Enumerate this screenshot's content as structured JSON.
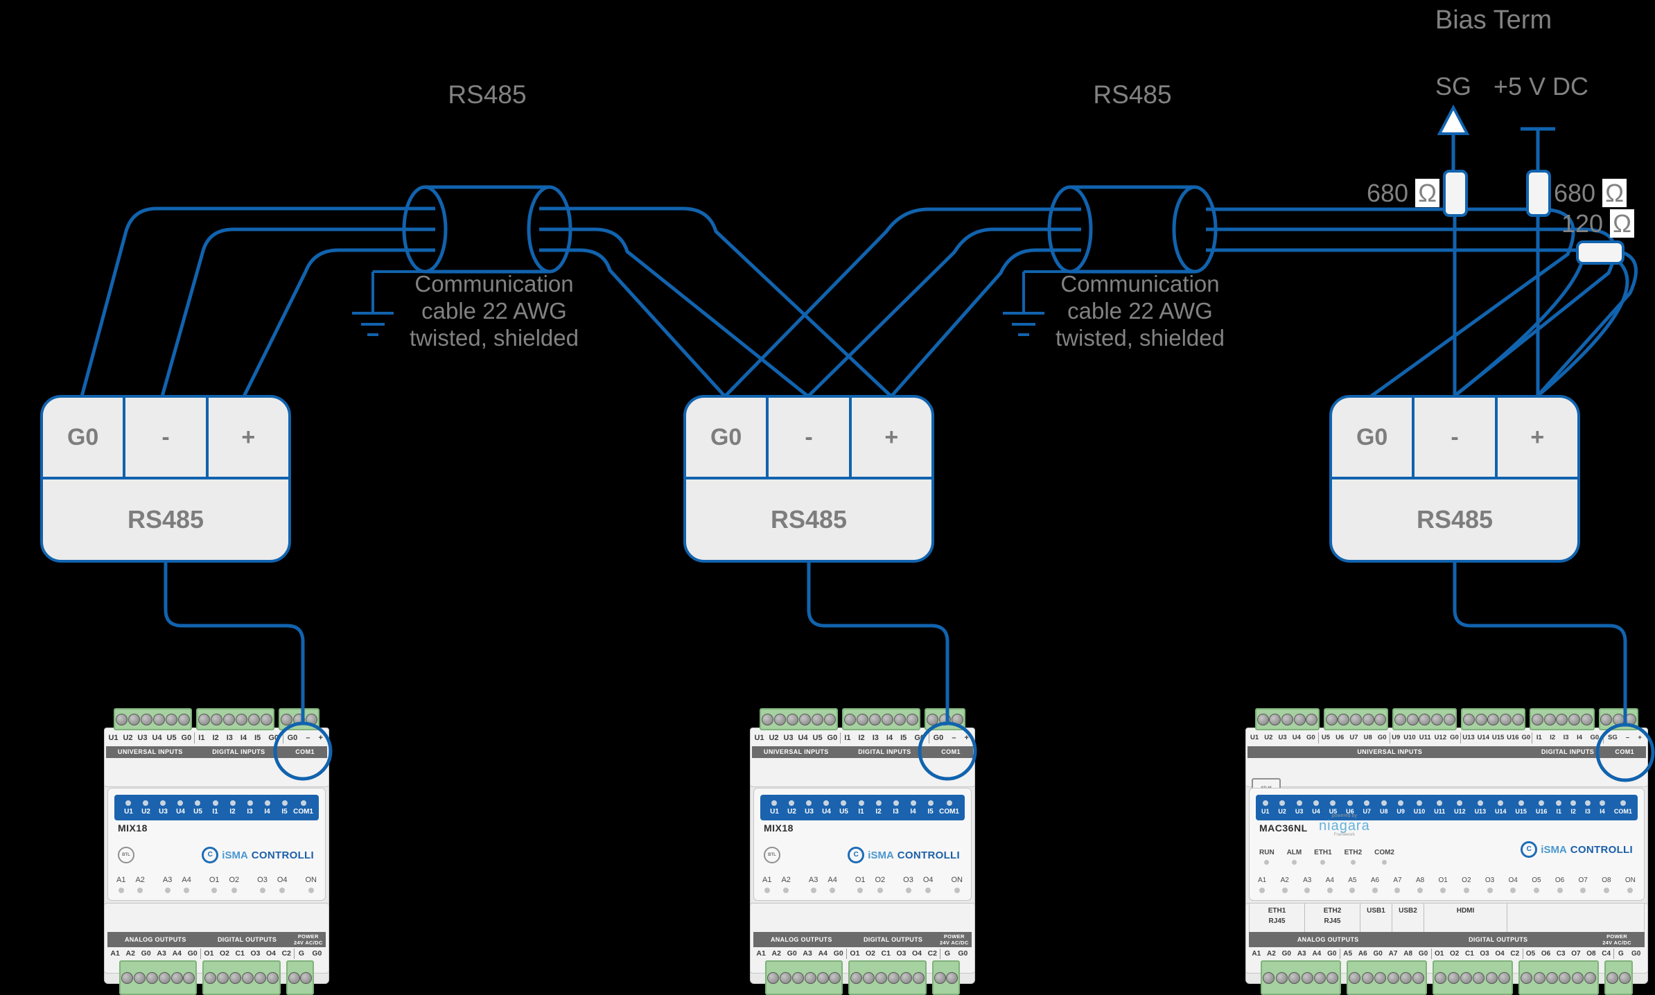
{
  "colors": {
    "background": "#000000",
    "wire_blue": "#1163ae",
    "label_gray": "#828282",
    "box_fill": "#ececec",
    "device_band_blue": "#1b63ae",
    "terminal_green": "#a6d1a0",
    "section_bar_gray": "#6b6b6b",
    "resistor_fill": "#f4f4f4"
  },
  "diagram": {
    "cables": [
      {
        "title": "RS485",
        "note": [
          "Communication",
          "cable 22 AWG",
          "twisted, shielded"
        ]
      },
      {
        "title": "RS485",
        "note": [
          "Communication",
          "cable 22 AWG",
          "twisted, shielded"
        ]
      }
    ],
    "boxes": [
      {
        "g0": "G0",
        "minus": "-",
        "plus": "+",
        "title": "RS485"
      },
      {
        "g0": "G0",
        "minus": "-",
        "plus": "+",
        "title": "RS485"
      },
      {
        "g0": "G0",
        "minus": "-",
        "plus": "+",
        "title": "RS485"
      }
    ],
    "bias": {
      "title": "Bias Term",
      "sg": "SG",
      "plus5": "+5 V DC",
      "r680_left": "680",
      "r680_right": "680",
      "r120": "120",
      "ohm": "Ω"
    }
  },
  "devices": [
    {
      "model": "MIX18",
      "top_groups": [
        [
          "U1",
          "U2",
          "U3",
          "U4",
          "U5",
          "G0"
        ],
        [
          "I1",
          "I2",
          "I3",
          "I4",
          "I5",
          "G0"
        ],
        [
          "G0",
          "–",
          "+"
        ]
      ],
      "top_screws": [
        6,
        6,
        3
      ],
      "sections": {
        "universal": "UNIVERSAL INPUTS",
        "digital": "DIGITAL INPUTS",
        "com": "COM1"
      },
      "band_groups": [
        [
          "U1",
          "U2",
          "U3",
          "U4",
          "U5"
        ],
        [
          "I1",
          "I2",
          "I3",
          "I4",
          "I5"
        ],
        [
          "COM1"
        ]
      ],
      "cert": "BTL",
      "brand": {
        "icon": "C",
        "part1": "iSMA",
        "part2": "CONTROLLI"
      },
      "led_groups": [
        [
          "A1",
          "A2"
        ],
        [
          "A3",
          "A4"
        ],
        [
          "O1",
          "O2"
        ],
        [
          "O3",
          "O4"
        ],
        [
          "ON"
        ]
      ],
      "bottom_sections": {
        "analog": "ANALOG OUTPUTS",
        "digital": "DIGITAL OUTPUTS",
        "power1": "POWER",
        "power2": "24V AC/DC"
      },
      "bottom_groups": [
        [
          "A1",
          "A2",
          "G0",
          "A3",
          "A4",
          "G0"
        ],
        [
          "O1",
          "O2",
          "C1",
          "O3",
          "O4",
          "C2"
        ],
        [
          "G",
          "G0"
        ]
      ],
      "bottom_screws": [
        6,
        6,
        2
      ]
    },
    {
      "model": "MIX18",
      "top_groups": [
        [
          "U1",
          "U2",
          "U3",
          "U4",
          "U5",
          "G0"
        ],
        [
          "I1",
          "I2",
          "I3",
          "I4",
          "I5",
          "G0"
        ],
        [
          "G0",
          "–",
          "+"
        ]
      ],
      "top_screws": [
        6,
        6,
        3
      ],
      "sections": {
        "universal": "UNIVERSAL INPUTS",
        "digital": "DIGITAL INPUTS",
        "com": "COM1"
      },
      "band_groups": [
        [
          "U1",
          "U2",
          "U3",
          "U4",
          "U5"
        ],
        [
          "I1",
          "I2",
          "I3",
          "I4",
          "I5"
        ],
        [
          "COM1"
        ]
      ],
      "cert": "BTL",
      "brand": {
        "icon": "C",
        "part1": "iSMA",
        "part2": "CONTROLLI"
      },
      "led_groups": [
        [
          "A1",
          "A2"
        ],
        [
          "A3",
          "A4"
        ],
        [
          "O1",
          "O2"
        ],
        [
          "O3",
          "O4"
        ],
        [
          "ON"
        ]
      ],
      "bottom_sections": {
        "analog": "ANALOG OUTPUTS",
        "digital": "DIGITAL OUTPUTS",
        "power1": "POWER",
        "power2": "24V AC/DC"
      },
      "bottom_groups": [
        [
          "A1",
          "A2",
          "G0",
          "A3",
          "A4",
          "G0"
        ],
        [
          "O1",
          "O2",
          "C1",
          "O3",
          "O4",
          "C2"
        ],
        [
          "G",
          "G0"
        ]
      ],
      "bottom_screws": [
        6,
        6,
        2
      ]
    },
    {
      "model": "MAC36NL",
      "top_groups": [
        [
          "U1",
          "U2",
          "U3",
          "U4",
          "G0"
        ],
        [
          "U5",
          "U6",
          "U7",
          "U8",
          "G0"
        ],
        [
          "U9",
          "U10",
          "U11",
          "U12",
          "G0"
        ],
        [
          "U13",
          "U14",
          "U15",
          "U16",
          "G0"
        ],
        [
          "I1",
          "I2",
          "I3",
          "I4",
          "G0"
        ],
        [
          "SG",
          "–",
          "+"
        ]
      ],
      "top_screws": [
        5,
        5,
        5,
        5,
        5,
        3
      ],
      "sections": {
        "universal": "UNIVERSAL INPUTS",
        "digital": "DIGITAL INPUTS",
        "com": "COM1"
      },
      "sd_label": "SD-M",
      "band_cells": [
        "U1",
        "U2",
        "U3",
        "U4",
        "U5",
        "U6",
        "U7",
        "U8",
        "U9",
        "U10",
        "U11",
        "U12",
        "U13",
        "U14",
        "U15",
        "U16",
        "I1",
        "I2",
        "I3",
        "I4",
        "COM1"
      ],
      "niagara": {
        "pre": "powered by",
        "name": "niagara",
        "post": "Framework"
      },
      "status_leds": [
        "RUN",
        "ALM",
        "ETH1",
        "ETH2",
        "COM2"
      ],
      "brand": {
        "icon": "C",
        "part1": "iSMA",
        "part2": "CONTROLLI"
      },
      "led_cells": [
        "A1",
        "A2",
        "A3",
        "A4",
        "A5",
        "A6",
        "A7",
        "A8",
        "O1",
        "O2",
        "O3",
        "O4",
        "O5",
        "O6",
        "O7",
        "O8",
        "ON"
      ],
      "ports": [
        [
          "ETH1",
          "RJ45"
        ],
        [
          "ETH2",
          "RJ45"
        ],
        [
          "USB1"
        ],
        [
          "USB2"
        ],
        [
          "HDMI"
        ]
      ],
      "bottom_sections": {
        "analog": "ANALOG OUTPUTS",
        "digital": "DIGITAL OUTPUTS",
        "power1": "POWER",
        "power2": "24V AC/DC"
      },
      "bottom_groups": [
        [
          "A1",
          "A2",
          "G0",
          "A3",
          "A4",
          "G0"
        ],
        [
          "A5",
          "A6",
          "G0",
          "A7",
          "A8",
          "G0"
        ],
        [
          "O1",
          "O2",
          "C1",
          "O3",
          "O4",
          "C2"
        ],
        [
          "O5",
          "O6",
          "C3",
          "O7",
          "O8",
          "C4"
        ],
        [
          "G",
          "G0"
        ]
      ],
      "bottom_screws": [
        6,
        6,
        6,
        6,
        2
      ]
    }
  ]
}
